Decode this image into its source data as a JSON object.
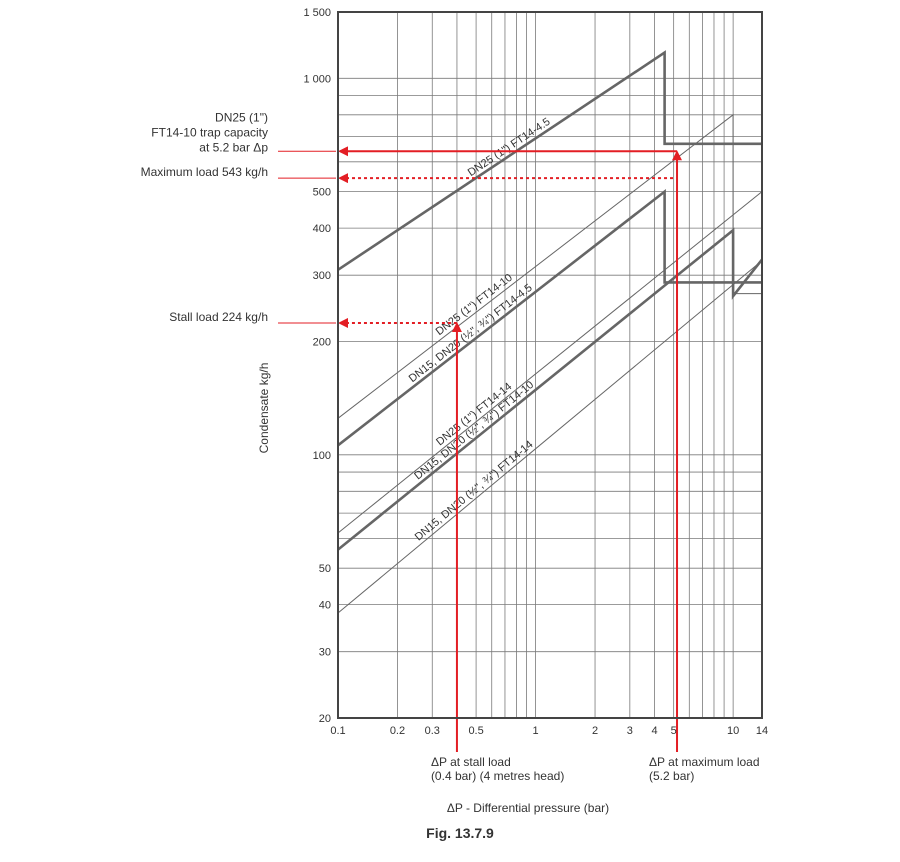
{
  "chart_data": {
    "type": "line",
    "title": "",
    "xlabel": "ΔP - Differential pressure (bar)",
    "ylabel": "Condensate kg/h",
    "figure_caption": "Fig. 13.7.9",
    "x_scale": "log",
    "y_scale": "log",
    "xlim": [
      0.1,
      14
    ],
    "ylim": [
      20,
      1500
    ],
    "grid": true,
    "x_ticks": [
      0.1,
      0.2,
      0.3,
      0.4,
      0.5,
      0.6,
      0.7,
      0.8,
      0.9,
      1,
      2,
      3,
      4,
      5,
      6,
      7,
      8,
      9,
      10,
      14
    ],
    "x_tick_labels": [
      {
        "value": 0.1,
        "label": "0.1"
      },
      {
        "value": 0.2,
        "label": "0.2"
      },
      {
        "value": 0.3,
        "label": "0.3"
      },
      {
        "value": 0.5,
        "label": "0.5"
      },
      {
        "value": 1,
        "label": "1"
      },
      {
        "value": 2,
        "label": "2"
      },
      {
        "value": 3,
        "label": "3"
      },
      {
        "value": 4,
        "label": "4"
      },
      {
        "value": 5,
        "label": "5"
      },
      {
        "value": 10,
        "label": "10"
      },
      {
        "value": 14,
        "label": "14"
      }
    ],
    "y_ticks": [
      20,
      30,
      40,
      50,
      60,
      70,
      80,
      90,
      100,
      200,
      300,
      400,
      500,
      600,
      700,
      800,
      900,
      1000,
      1500
    ],
    "y_tick_labels": [
      {
        "value": 20,
        "label": "20"
      },
      {
        "value": 30,
        "label": "30"
      },
      {
        "value": 40,
        "label": "40"
      },
      {
        "value": 50,
        "label": "50"
      },
      {
        "value": 100,
        "label": "100"
      },
      {
        "value": 200,
        "label": "200"
      },
      {
        "value": 300,
        "label": "300"
      },
      {
        "value": 400,
        "label": "400"
      },
      {
        "value": 500,
        "label": "500"
      },
      {
        "value": 1000,
        "label": "1 000"
      },
      {
        "value": 1500,
        "label": "1 500"
      }
    ],
    "series": [
      {
        "name": "DN25 (1\") FT14-4.5",
        "weight": "thick",
        "label_x": 0.75,
        "points": [
          [
            0.1,
            310
          ],
          [
            4.5,
            1170
          ],
          [
            4.5,
            670
          ],
          [
            14,
            670
          ]
        ]
      },
      {
        "name": "DN25 (1\") FT14-10",
        "weight": "thin",
        "label_x": 0.5,
        "points": [
          [
            0.1,
            125
          ],
          [
            10,
            800
          ],
          [
            10,
            268
          ],
          [
            14,
            268
          ]
        ]
      },
      {
        "name": "DN15, DN20 (½\", ¾\") FT14-4.5",
        "weight": "thick",
        "label_x": 0.48,
        "points": [
          [
            0.1,
            106
          ],
          [
            4.5,
            500
          ],
          [
            4.5,
            287
          ],
          [
            14,
            287
          ]
        ]
      },
      {
        "name": "DN25 (1\") FT14-14",
        "weight": "thin",
        "label_x": 0.5,
        "points": [
          [
            0.1,
            62
          ],
          [
            14,
            500
          ]
        ]
      },
      {
        "name": "DN15, DN20 (½\", ¾\") FT14-10",
        "weight": "thick",
        "label_x": 0.5,
        "points": [
          [
            0.1,
            56
          ],
          [
            10,
            395
          ],
          [
            10,
            264
          ],
          [
            14,
            330
          ]
        ]
      },
      {
        "name": "DN15, DN20 (½\", ¾\") FT14-14",
        "weight": "thin",
        "label_x": 0.5,
        "points": [
          [
            0.1,
            38
          ],
          [
            14,
            328
          ]
        ]
      }
    ],
    "annotations": {
      "trap_capacity": {
        "lines": [
          "DN25 (1\")",
          "FT14-10 trap capacity",
          "at 5.2 bar Δp"
        ],
        "y": 640,
        "x": 5.2,
        "style": "solid"
      },
      "max_load": {
        "text": "Maximum load 543 kg/h",
        "y": 543,
        "x": 5.2,
        "style": "dotted"
      },
      "stall_load": {
        "text": "Stall load 224 kg/h",
        "y": 224,
        "x": 0.4,
        "style": "dotted"
      },
      "dp_stall": {
        "lines": [
          "ΔP at stall load",
          "(0.4 bar) (4 metres head)"
        ],
        "x": 0.4,
        "y": 224
      },
      "dp_max": {
        "lines": [
          "ΔP at maximum load",
          "(5.2 bar)"
        ],
        "x": 5.2,
        "y": 640
      }
    },
    "colors": {
      "frame": "#444444",
      "grid": "#7a7a7a",
      "curve": "#666666",
      "red": "#e31e24",
      "text": "#333333"
    }
  }
}
